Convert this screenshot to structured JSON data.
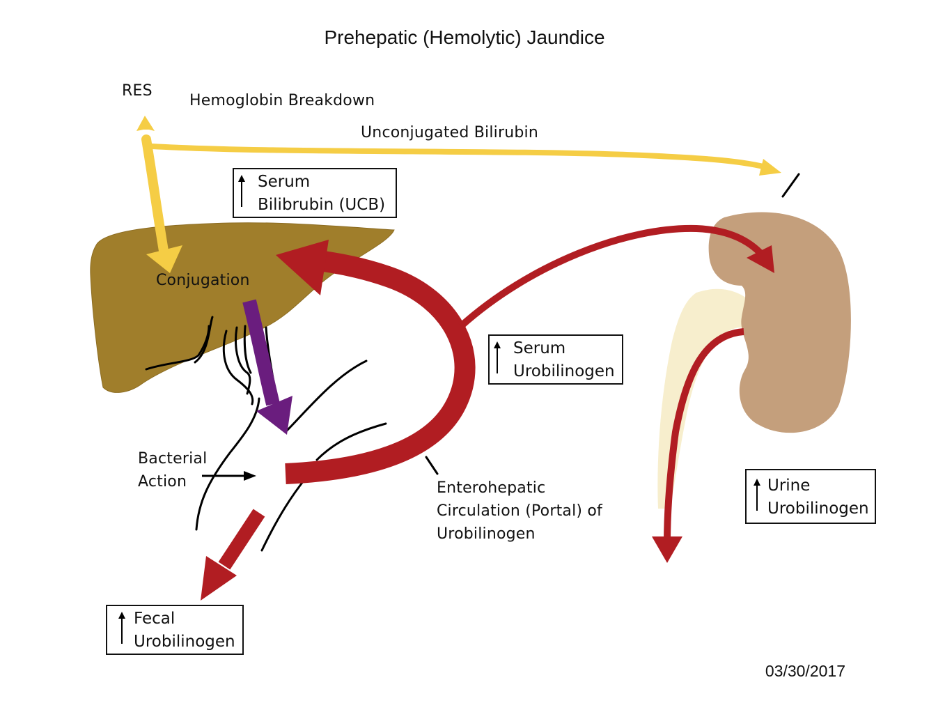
{
  "diagram": {
    "title": "Prehepatic (Hemolytic) Jaundice",
    "labels": {
      "res": "RES",
      "hemoglobin": "Hemoglobin Breakdown",
      "ucb": "Unconjugated Bilirubin",
      "conjugation": "Conjugation",
      "bacterial_1": "Bacterial",
      "bacterial_2": "Action",
      "entero_1": "Enterohepatic",
      "entero_2": "Circulation (Portal) of",
      "entero_3": "Urobilinogen"
    },
    "boxes": {
      "serum_bilirubin": {
        "line1": "Serum",
        "line2": "Bilibrubin (UCB)"
      },
      "serum_urobilinogen": {
        "line1": "Serum",
        "line2": "Urobilinogen"
      },
      "urine_urobilinogen": {
        "line1": "Urine",
        "line2": "Urobilinogen"
      },
      "fecal_urobilinogen": {
        "line1": "Fecal",
        "line2": "Urobilinogen"
      }
    },
    "date": "03/30/2017",
    "colors": {
      "liver": "#a07e2b",
      "kidney": "#c49f7c",
      "ureter": "#f7eecd",
      "red_arrow": "#b11d22",
      "yellow_arrow": "#f5cd45",
      "purple_arrow": "#6a1d7e"
    }
  }
}
